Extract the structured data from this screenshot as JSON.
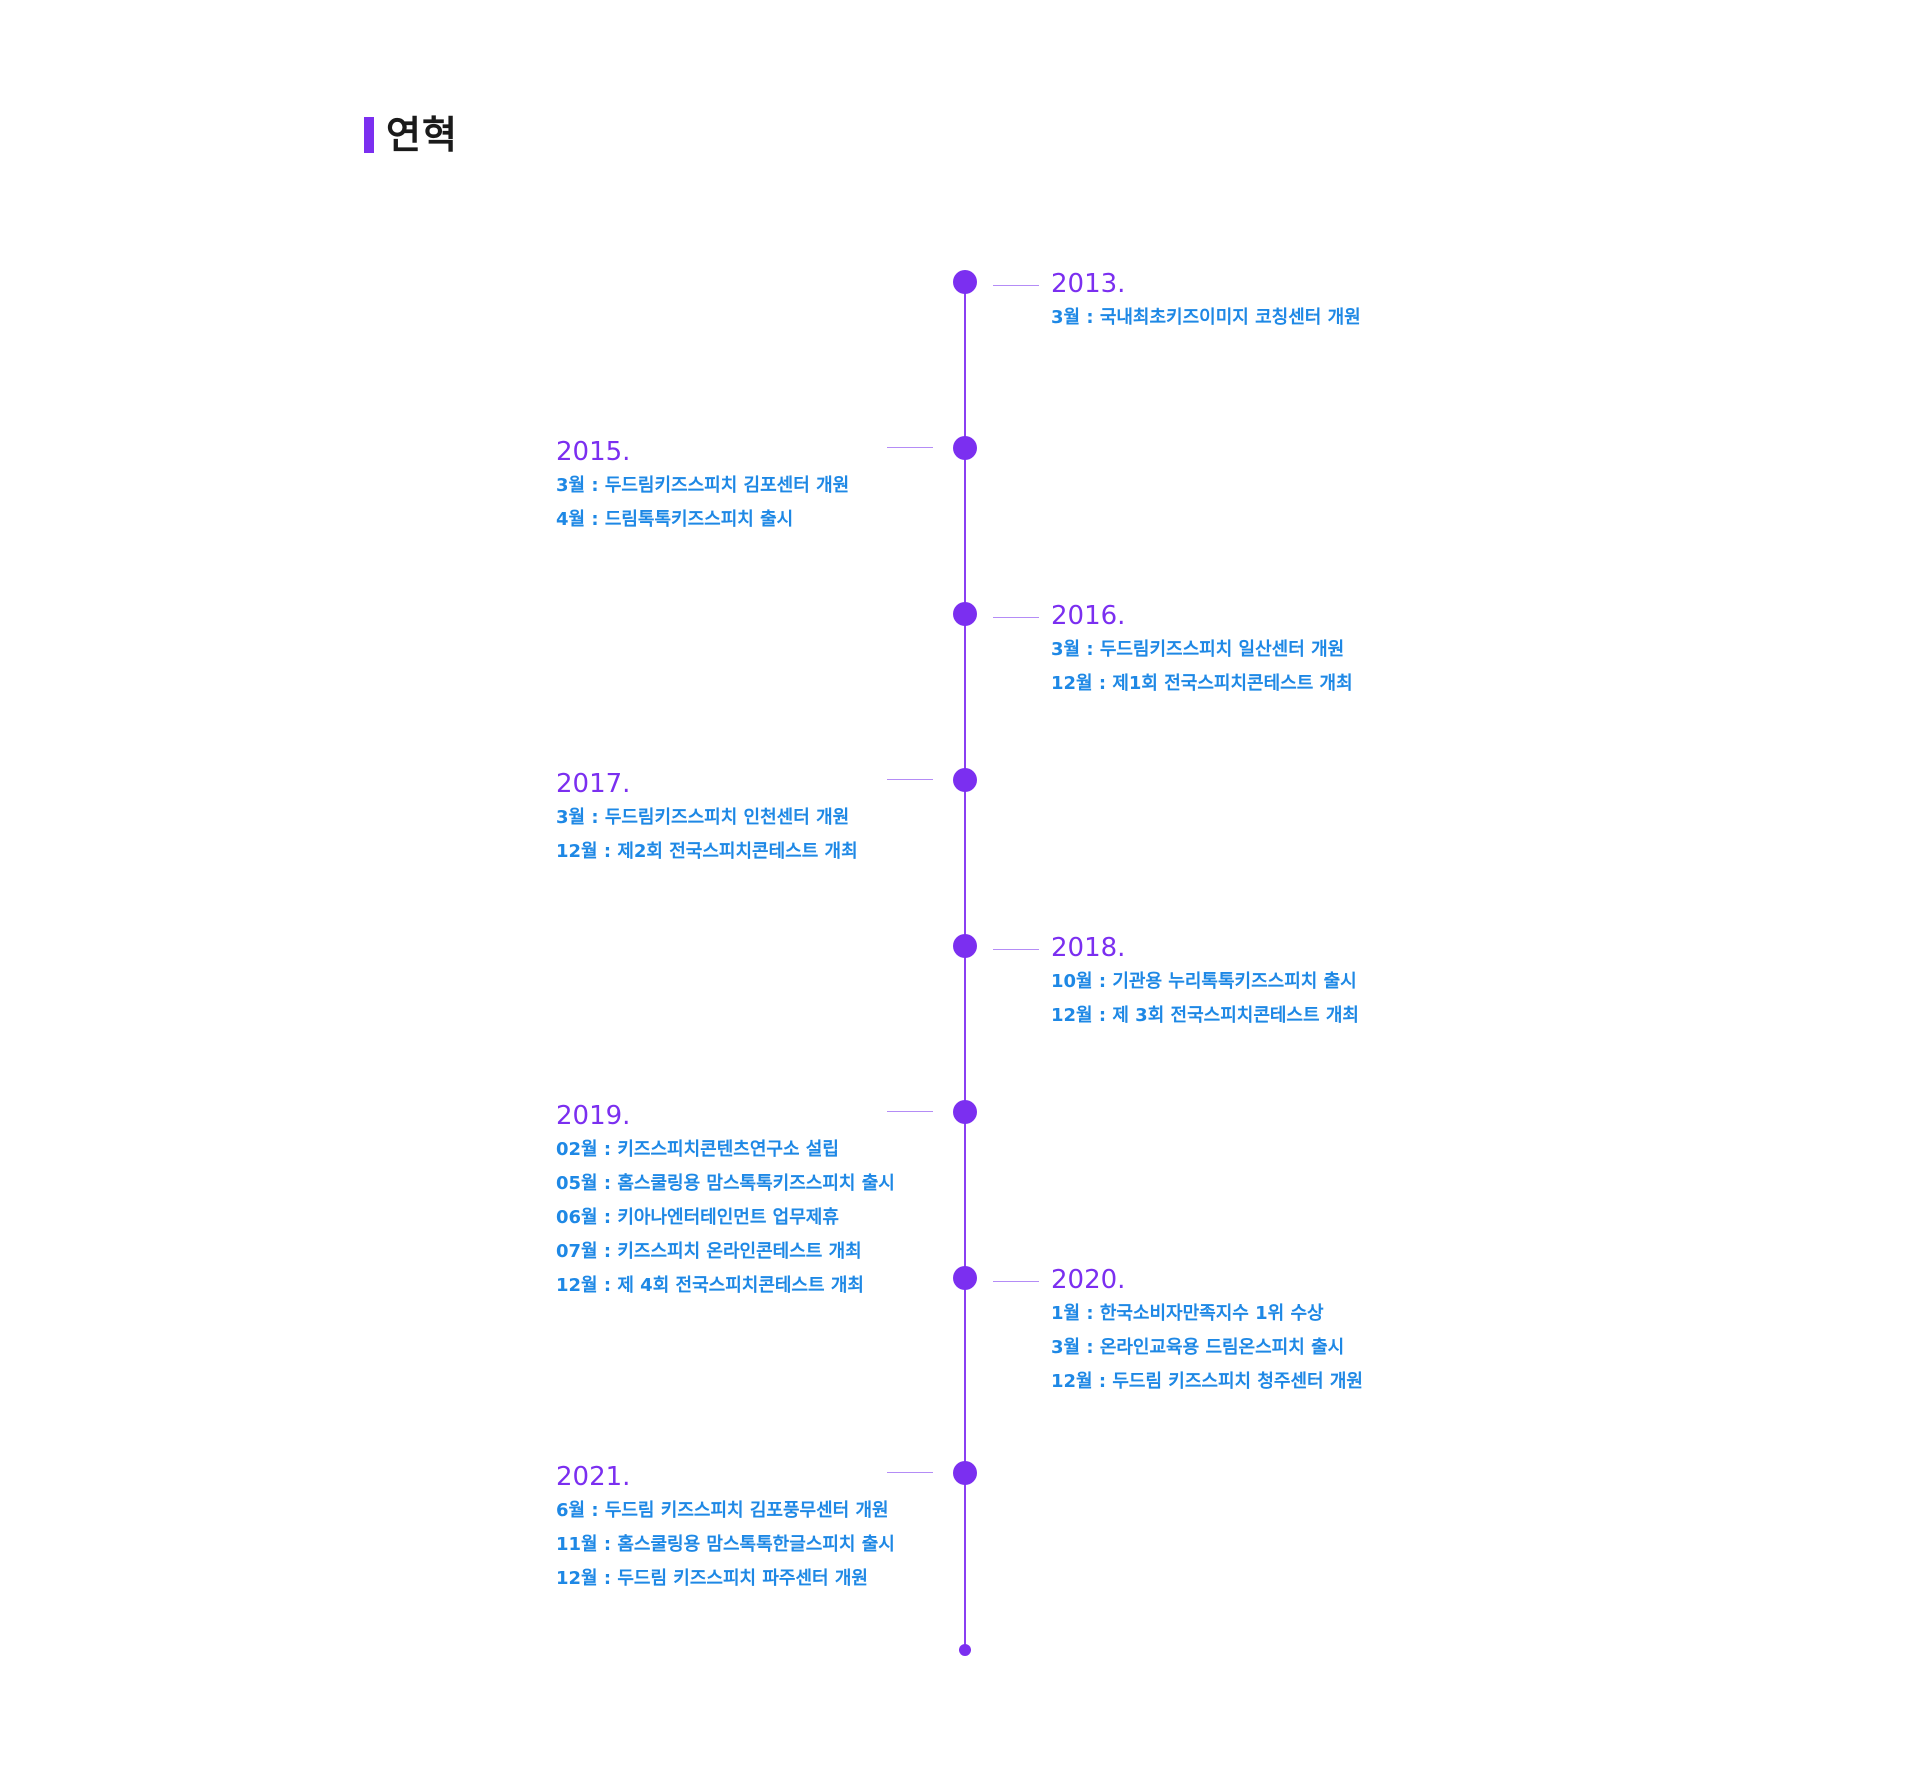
{
  "section": {
    "title": "연혁"
  },
  "colors": {
    "accent": "#7b2ff0",
    "event_text": "#1e88e5",
    "connector": "#b48cf6"
  },
  "timeline": [
    {
      "year": "2013.",
      "side": "right",
      "events": [
        "3월 : 국내최초키즈이미지 코칭센터 개원"
      ]
    },
    {
      "year": "2015.",
      "side": "left",
      "events": [
        "3월 : 두드림키즈스피치 김포센터 개원",
        "4월 : 드림톡톡키즈스피치 출시"
      ]
    },
    {
      "year": "2016.",
      "side": "right",
      "events": [
        "3월 : 두드림키즈스피치 일산센터 개원",
        "12월 : 제1회 전국스피치콘테스트 개최"
      ]
    },
    {
      "year": "2017.",
      "side": "left",
      "events": [
        "3월 : 두드림키즈스피치 인천센터 개원",
        "12월 : 제2회 전국스피치콘테스트 개최"
      ]
    },
    {
      "year": "2018.",
      "side": "right",
      "events": [
        "10월 : 기관용 누리톡톡키즈스피치 출시",
        "12월 : 제 3회 전국스피치콘테스트 개최"
      ]
    },
    {
      "year": "2019.",
      "side": "left",
      "events": [
        "02월 : 키즈스피치콘텐츠연구소 설립",
        "05월 : 홈스쿨링용 맘스톡톡키즈스피치 출시",
        "06월 : 키아나엔터테인먼트 업무제휴",
        "07월 : 키즈스피치 온라인콘테스트 개최",
        "12월 : 제 4회 전국스피치콘테스트 개최"
      ]
    },
    {
      "year": "2020.",
      "side": "right",
      "events": [
        "1월 : 한국소비자만족지수 1위 수상",
        "3월 : 온라인교육용 드림온스피치 출시",
        "12월 : 두드림 키즈스피치 청주센터 개원"
      ]
    },
    {
      "year": "2021.",
      "side": "left",
      "events": [
        "6월 : 두드림 키즈스피치 김포풍무센터 개원",
        "11월 : 홈스쿨링용 맘스톡톡한글스피치 출시",
        "12월 : 두드림 키즈스피치 파주센터 개원"
      ]
    }
  ]
}
